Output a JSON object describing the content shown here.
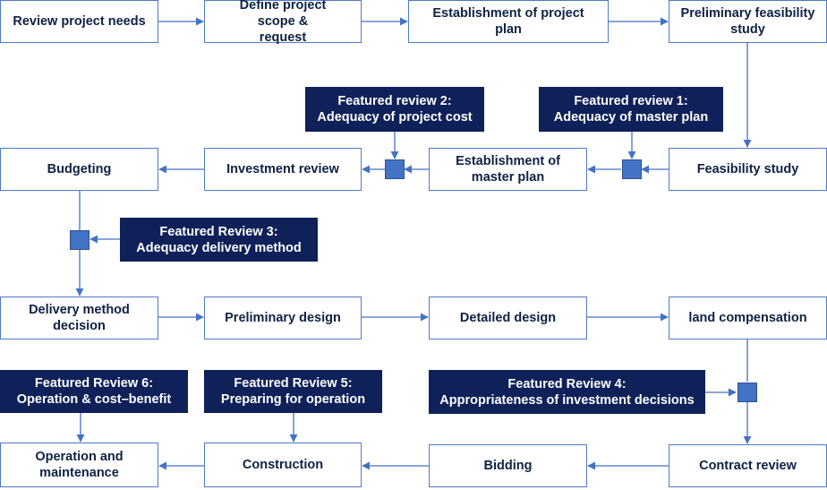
{
  "colors": {
    "arrow": "#4472c4",
    "box_border": "#4f7ac7",
    "review_fill": "#0f2158",
    "gate_fill": "#4472c4",
    "box_text": "#0e2244"
  },
  "steps": {
    "review_needs": "Review project  needs",
    "define_scope": "Define project scope & request",
    "establish_project_plan": "Establishment of project plan",
    "preliminary_feasibility": "Preliminary feasibility study",
    "feasibility_study": "Feasibility study",
    "establish_master_plan": "Establishment of master plan",
    "investment_review": "Investment review",
    "budgeting": "Budgeting",
    "delivery_method_decision": "Delivery method decision",
    "preliminary_design": "Preliminary design",
    "detailed_design": "Detailed design",
    "land_compensation": "land compensation",
    "contract_review": "Contract review",
    "bidding": "Bidding",
    "construction": "Construction",
    "operation_maintenance": "Operation and maintenance"
  },
  "reviews": {
    "r1": {
      "title": "Featured review 1:",
      "subtitle": "Adequacy of master plan"
    },
    "r2": {
      "title": "Featured review 2:",
      "subtitle": "Adequacy of project cost"
    },
    "r3": {
      "title": "Featured Review 3:",
      "subtitle": "Adequacy delivery method"
    },
    "r4": {
      "title": "Featured Review 4:",
      "subtitle": "Appropriateness of investment decisions"
    },
    "r5": {
      "title": "Featured Review 5:",
      "subtitle": "Preparing for operation"
    },
    "r6": {
      "title": "Featured Review 6:",
      "subtitle": "Operation & cost–benefit"
    }
  }
}
